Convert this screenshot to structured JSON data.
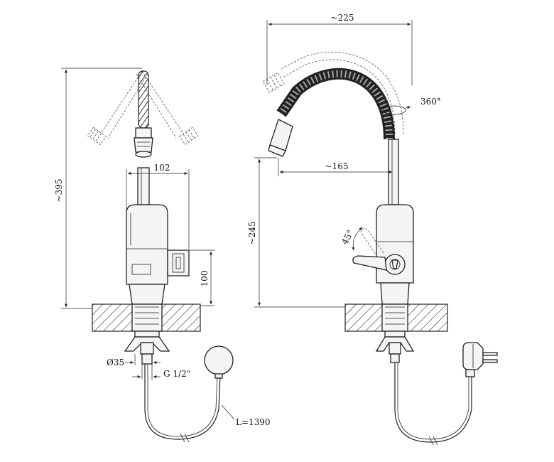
{
  "dimensions": {
    "height_total": "~395",
    "width_body": "102",
    "height_handle": "100",
    "diameter_base": "Ø35",
    "thread": "G 1/2\"",
    "cable_length": "L=1390",
    "reach_total": "~225",
    "reach_spout": "~165",
    "height_spout": "~245",
    "rotation": "360°",
    "handle_angle": "45°"
  }
}
